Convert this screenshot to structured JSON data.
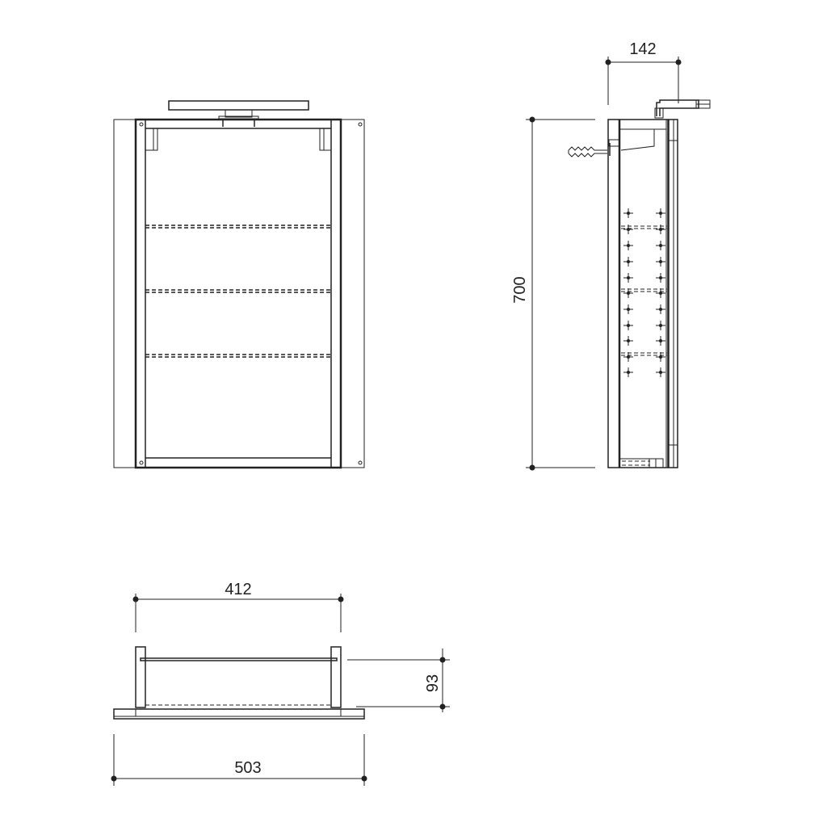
{
  "drawing": {
    "type": "technical-dimension-drawing",
    "subject": "mirror cabinet with LED light",
    "line_color": "#222222",
    "background": "#ffffff",
    "views": {
      "front": {
        "label": "front-view",
        "shelves": 3
      },
      "side": {
        "label": "side-view",
        "shelf_pin_rows": 11
      },
      "top": {
        "label": "top-view"
      }
    },
    "dimensions": {
      "depth_with_light": "142",
      "height": "700",
      "inner_width": "412",
      "body_depth": "93",
      "overall_width": "503"
    },
    "units": "mm"
  }
}
